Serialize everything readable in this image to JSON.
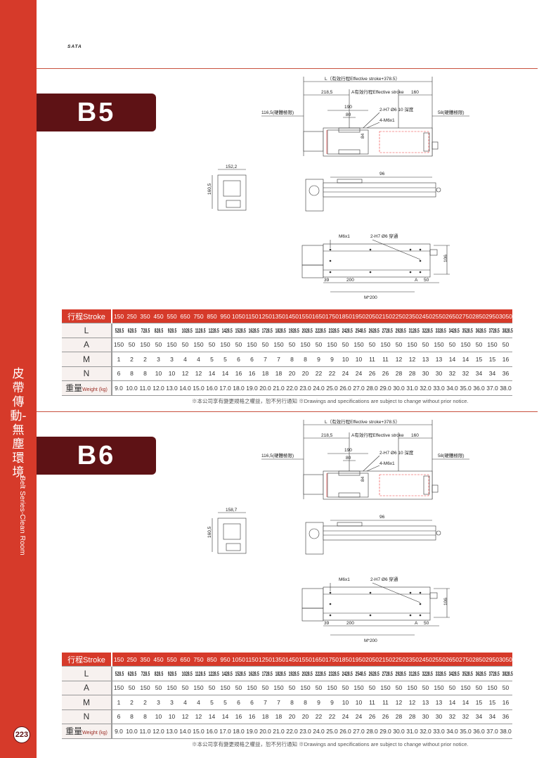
{
  "brand": "SATA",
  "sidebar": {
    "title_zh": "皮帶傳動-無塵環境",
    "title_en": "Belt Series-Clean Room",
    "page_number": "223"
  },
  "colors": {
    "accent": "#d63a2a",
    "model_box": "#5e1215",
    "logo": "#2f68a8"
  },
  "table_labels": {
    "stroke": "行程Stroke",
    "l": "L",
    "a": "A",
    "m": "M",
    "n": "N",
    "weight_zh": "重量",
    "weight_en": "Weight (kg)"
  },
  "footnote": "※本公司享有變更規格之權益，恕不另行通知 ※Drawings and specifications are subject to change without prior notice.",
  "sections": [
    {
      "model": "B5",
      "drawing": {
        "l_dim": "L（有效行程Effective stroke+378.5）",
        "d218": "218,5",
        "a_dim": "A有效行程Effective stroke",
        "d160": "160",
        "limit_left": "116,5(硬體極限)",
        "d190": "190",
        "d80": "80",
        "hole_depth": "2-H7 Ø6 10 深度",
        "tap": "4-M6x1",
        "d84": "84",
        "limit_right": "58(硬體極限)",
        "side_width": "152,2",
        "side_height": "160,5",
        "d96": "96",
        "m6": "M6x1",
        "hole_thru": "2-H7 Ø6 穿通",
        "d106": "106",
        "d39": "39",
        "d200": "200",
        "a": "A",
        "d50": "50",
        "m200": "M*200"
      },
      "table": {
        "stroke": [
          150,
          250,
          350,
          450,
          550,
          650,
          750,
          850,
          950,
          1050,
          1150,
          1250,
          1350,
          1450,
          1550,
          1650,
          1750,
          1850,
          1950,
          2050,
          2150,
          2250,
          2350,
          2450,
          2550,
          2650,
          2750,
          2850,
          2950,
          3050
        ],
        "L": [
          "528.5",
          "628.5",
          "728.5",
          "828.5",
          "928.5",
          "1028.5",
          "1128.5",
          "1228.5",
          "1428.5",
          "1528.5",
          "1628.5",
          "1728.5",
          "1828.5",
          "1928.5",
          "2028.5",
          "2228.5",
          "2328.5",
          "2428.5",
          "2548.5",
          "2628.5",
          "2728.5",
          "2928.5",
          "3128.5",
          "3228.5",
          "3328.5",
          "3428.5",
          "3528.5",
          "3628.5",
          "3728.5",
          "3828.5"
        ],
        "A": [
          150,
          50,
          150,
          50,
          150,
          50,
          150,
          50,
          150,
          50,
          150,
          50,
          150,
          50,
          150,
          50,
          150,
          50,
          150,
          50,
          150,
          50,
          150,
          50,
          150,
          50,
          150,
          50,
          150,
          50
        ],
        "M": [
          1,
          2,
          2,
          3,
          3,
          4,
          4,
          5,
          5,
          6,
          6,
          7,
          7,
          8,
          8,
          9,
          9,
          10,
          10,
          11,
          11,
          12,
          12,
          13,
          13,
          14,
          14,
          15,
          15,
          16
        ],
        "N": [
          6,
          8,
          8,
          10,
          10,
          12,
          12,
          14,
          14,
          16,
          16,
          18,
          18,
          20,
          20,
          22,
          22,
          24,
          24,
          26,
          26,
          28,
          28,
          30,
          30,
          32,
          32,
          34,
          34,
          36
        ],
        "weight": [
          "9.0",
          "10.0",
          "11.0",
          "12.0",
          "13.0",
          "14.0",
          "15.0",
          "16.0",
          "17.0",
          "18.0",
          "19.0",
          "20.0",
          "21.0",
          "22.0",
          "23.0",
          "24.0",
          "25.0",
          "26.0",
          "27.0",
          "28.0",
          "29.0",
          "30.0",
          "31.0",
          "32.0",
          "33.0",
          "34.0",
          "35.0",
          "36.0",
          "37.0",
          "38.0"
        ]
      }
    },
    {
      "model": "B6",
      "drawing": {
        "l_dim": "L（有效行程Effective stroke+378.5）",
        "d218": "218,5",
        "a_dim": "A有效行程Effective stroke",
        "d160": "160",
        "limit_left": "116,5(硬體極限)",
        "d190": "190",
        "d80": "80",
        "hole_depth": "2-H7 Ø6 10 深度",
        "tap": "4-M6x1",
        "d84": "84",
        "limit_right": "58(硬體極限)",
        "side_width": "158,7",
        "side_height": "160,5",
        "d96": "96",
        "m6": "M6x1",
        "hole_thru": "2-H7 Ø6 穿通",
        "d106": "106",
        "d39": "39",
        "d200": "200",
        "a": "A",
        "d50": "50",
        "m200": "M*200"
      },
      "table": {
        "stroke": [
          150,
          250,
          350,
          450,
          550,
          650,
          750,
          850,
          950,
          1050,
          1150,
          1250,
          1350,
          1450,
          1550,
          1650,
          1750,
          1850,
          1950,
          2050,
          2150,
          2250,
          2350,
          2450,
          2550,
          2650,
          2750,
          2850,
          2950,
          3050
        ],
        "L": [
          "528.5",
          "628.5",
          "728.5",
          "828.5",
          "928.5",
          "1028.5",
          "1128.5",
          "1228.5",
          "1428.5",
          "1528.5",
          "1628.5",
          "1728.5",
          "1828.5",
          "1928.5",
          "2028.5",
          "2228.5",
          "2328.5",
          "2428.5",
          "2548.5",
          "2628.5",
          "2728.5",
          "2928.5",
          "3128.5",
          "3228.5",
          "3328.5",
          "3428.5",
          "3528.5",
          "3628.5",
          "3728.5",
          "3828.5"
        ],
        "A": [
          150,
          50,
          150,
          50,
          150,
          50,
          150,
          50,
          150,
          50,
          150,
          50,
          150,
          50,
          150,
          50,
          150,
          50,
          150,
          50,
          150,
          50,
          150,
          50,
          150,
          50,
          150,
          50,
          150,
          50
        ],
        "M": [
          1,
          2,
          2,
          3,
          3,
          4,
          4,
          5,
          5,
          6,
          6,
          7,
          7,
          8,
          8,
          9,
          9,
          10,
          10,
          11,
          11,
          12,
          12,
          13,
          13,
          14,
          14,
          15,
          15,
          16
        ],
        "N": [
          6,
          8,
          8,
          10,
          10,
          12,
          12,
          14,
          14,
          16,
          16,
          18,
          18,
          20,
          20,
          22,
          22,
          24,
          24,
          26,
          26,
          28,
          28,
          30,
          30,
          32,
          32,
          34,
          34,
          36
        ],
        "weight": [
          "9.0",
          "10.0",
          "11.0",
          "12.0",
          "13.0",
          "14.0",
          "15.0",
          "16.0",
          "17.0",
          "18.0",
          "19.0",
          "20.0",
          "21.0",
          "22.0",
          "23.0",
          "24.0",
          "25.0",
          "26.0",
          "27.0",
          "28.0",
          "29.0",
          "30.0",
          "31.0",
          "32.0",
          "33.0",
          "34.0",
          "35.0",
          "36.0",
          "37.0",
          "38.0"
        ]
      }
    }
  ]
}
